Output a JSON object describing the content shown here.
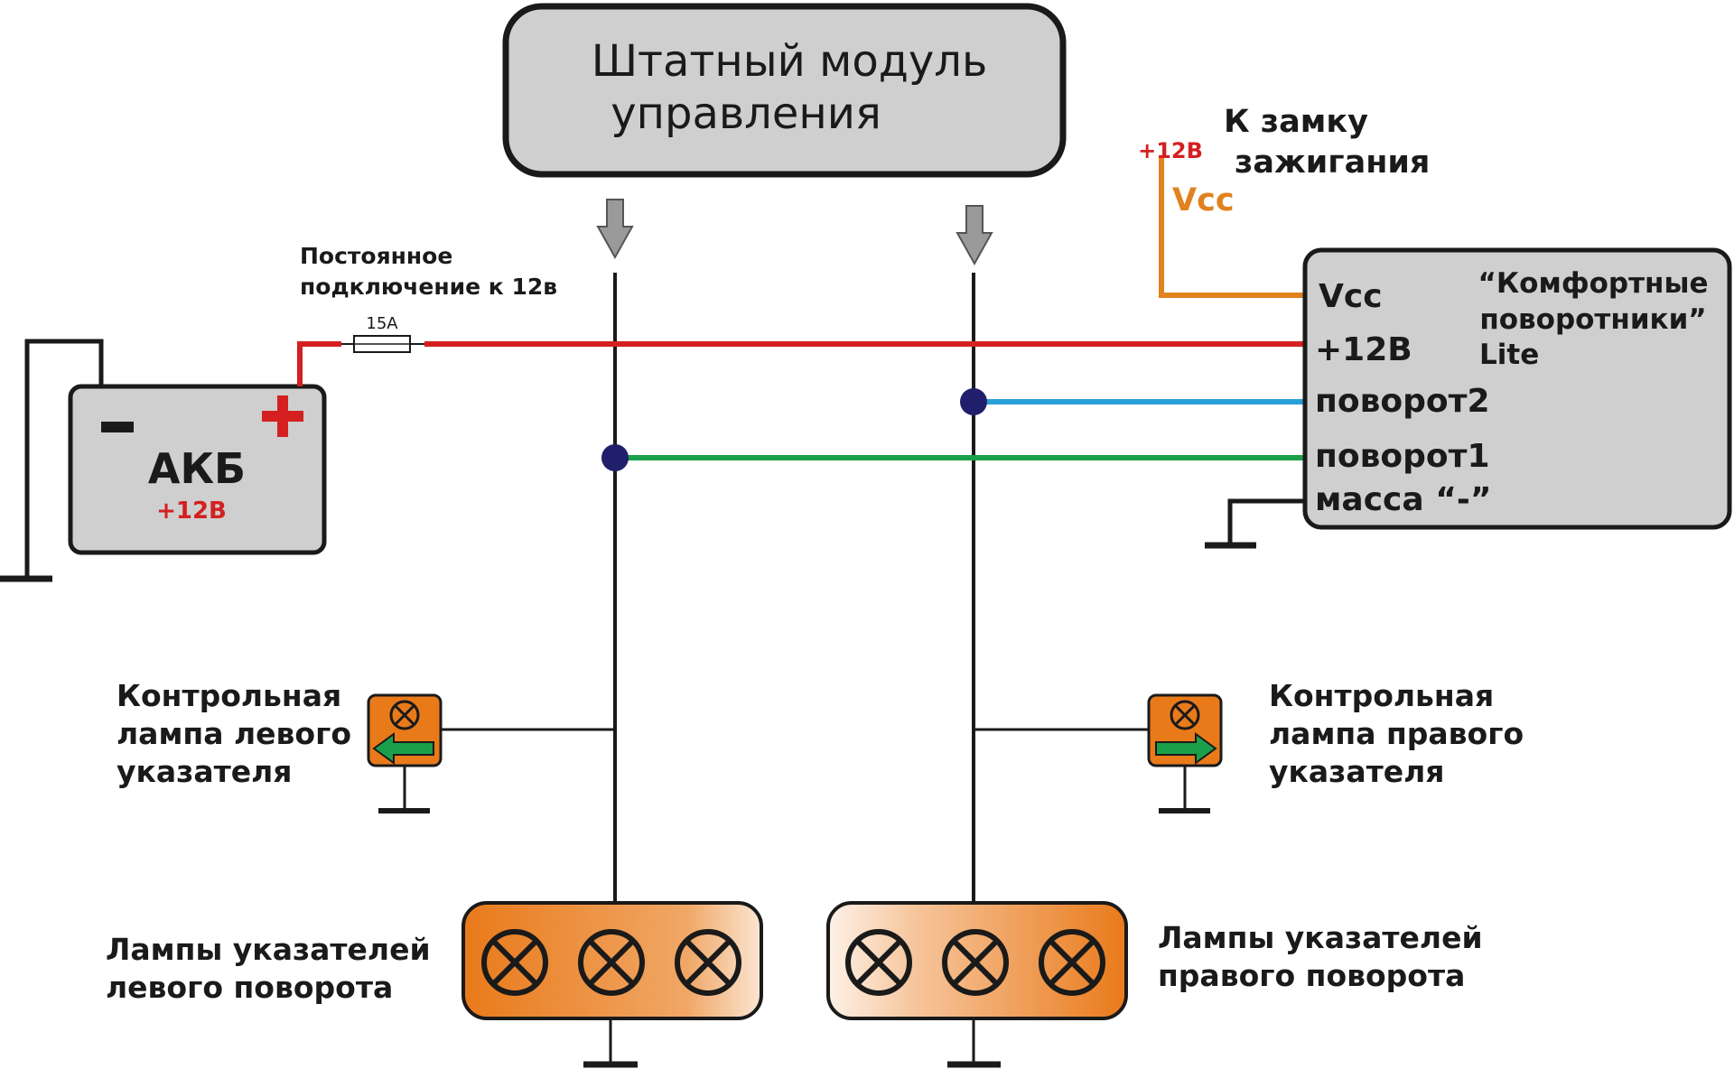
{
  "control_module": {
    "line1": "Штатный модуль",
    "line2": "управления"
  },
  "battery": {
    "name": "АКБ",
    "voltage": "+12В",
    "minus": "−",
    "plus": "+"
  },
  "fuse": {
    "rating": "15A"
  },
  "permanent_connection": {
    "line1": "Постоянное",
    "line2": "подключение к 12в"
  },
  "ignition": {
    "voltage": "+12В",
    "line1": "К замку",
    "line2": "зажигания",
    "vcc": "Vcc"
  },
  "comfort_module": {
    "title_line1": "“Комфортные",
    "title_line2": "поворотники”",
    "title_line3": "Lite",
    "pins": [
      "Vcc",
      "+12В",
      "поворот2",
      "поворот1",
      "масса “-”"
    ]
  },
  "left_indicator": {
    "line1": "Контрольная",
    "line2": "лампа левого",
    "line3": "указателя"
  },
  "right_indicator": {
    "line1": "Контрольная",
    "line2": "лампа правого",
    "line3": "указателя"
  },
  "left_lamps": {
    "line1": "Лампы указателей",
    "line2": "левого поворота"
  },
  "right_lamps": {
    "line1": "Лампы указателей",
    "line2": "правого поворота"
  },
  "colors": {
    "power_wire": "#d42020",
    "ignition_wire": "#e0821e",
    "turn2_wire": "#2a9fd8",
    "turn1_wire": "#1aa04a",
    "junction": "#1f1f6b",
    "module_fill": "#cfcfcf",
    "lamp_orange": "#e97a1a"
  }
}
